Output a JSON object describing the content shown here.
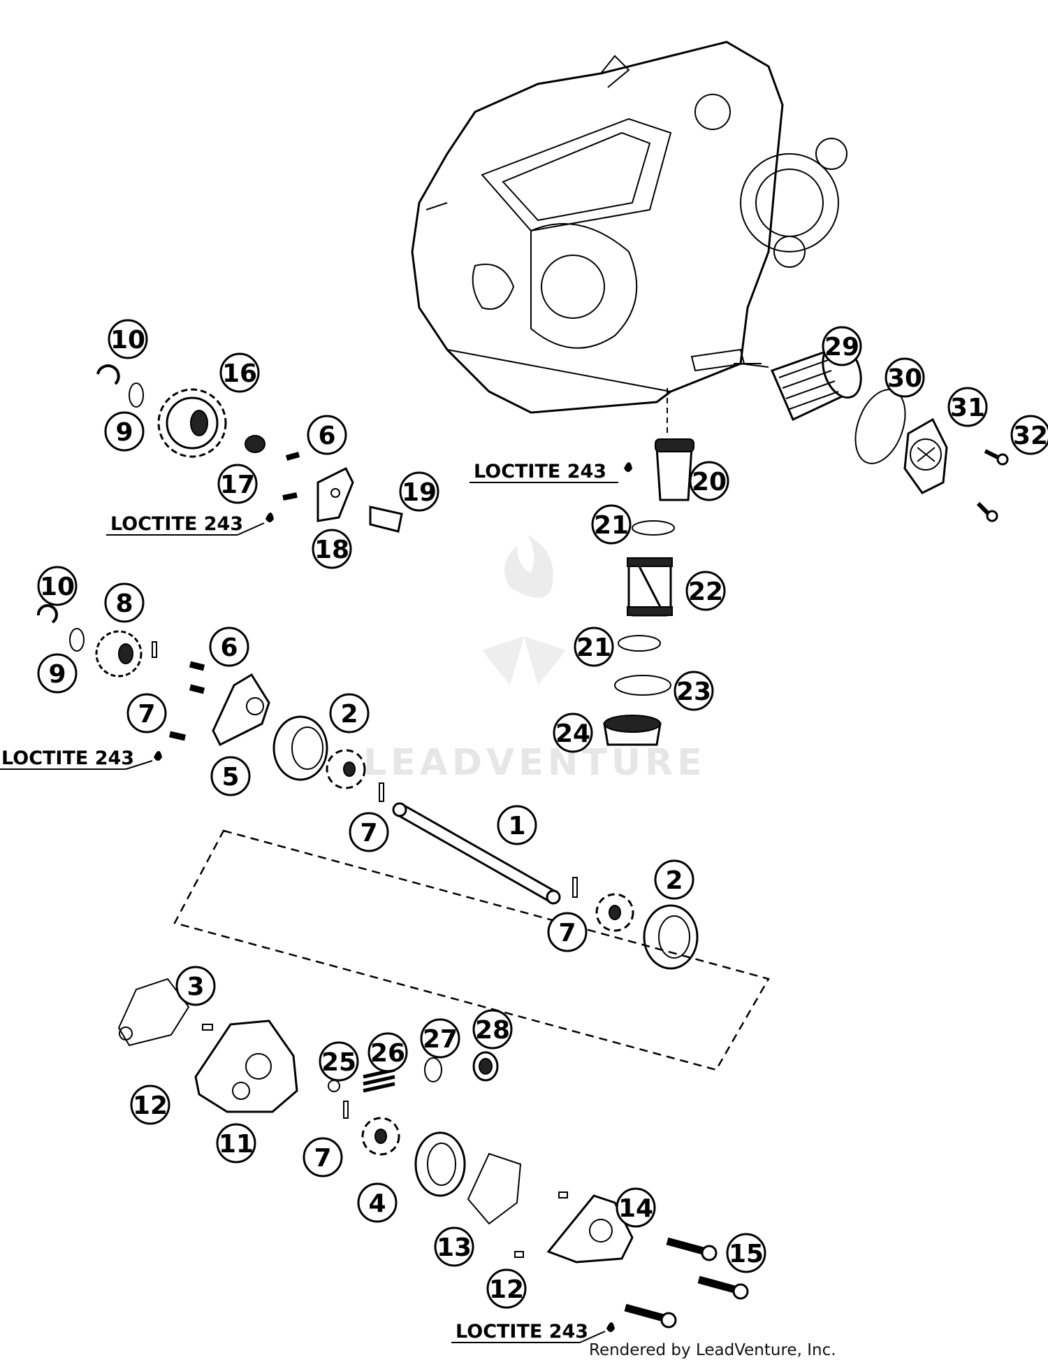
{
  "diagram": {
    "callouts": [
      {
        "id": "c1",
        "text": "1"
      },
      {
        "id": "c2a",
        "text": "2"
      },
      {
        "id": "c2b",
        "text": "2"
      },
      {
        "id": "c3",
        "text": "3"
      },
      {
        "id": "c4",
        "text": "4"
      },
      {
        "id": "c5",
        "text": "5"
      },
      {
        "id": "c6a",
        "text": "6"
      },
      {
        "id": "c6b",
        "text": "6"
      },
      {
        "id": "c7a",
        "text": "7"
      },
      {
        "id": "c7b",
        "text": "7"
      },
      {
        "id": "c7c",
        "text": "7"
      },
      {
        "id": "c7d",
        "text": "7"
      },
      {
        "id": "c8",
        "text": "8"
      },
      {
        "id": "c9a",
        "text": "9"
      },
      {
        "id": "c9b",
        "text": "9"
      },
      {
        "id": "c10a",
        "text": "10"
      },
      {
        "id": "c10b",
        "text": "10"
      },
      {
        "id": "c11",
        "text": "11"
      },
      {
        "id": "c12a",
        "text": "12"
      },
      {
        "id": "c12b",
        "text": "12"
      },
      {
        "id": "c13",
        "text": "13"
      },
      {
        "id": "c14",
        "text": "14"
      },
      {
        "id": "c15",
        "text": "15"
      },
      {
        "id": "c16",
        "text": "16"
      },
      {
        "id": "c17",
        "text": "17"
      },
      {
        "id": "c18",
        "text": "18"
      },
      {
        "id": "c19",
        "text": "19"
      },
      {
        "id": "c20",
        "text": "20"
      },
      {
        "id": "c21a",
        "text": "21"
      },
      {
        "id": "c21b",
        "text": "21"
      },
      {
        "id": "c22",
        "text": "22"
      },
      {
        "id": "c23",
        "text": "23"
      },
      {
        "id": "c24",
        "text": "24"
      },
      {
        "id": "c25",
        "text": "25"
      },
      {
        "id": "c26",
        "text": "26"
      },
      {
        "id": "c27",
        "text": "27"
      },
      {
        "id": "c28",
        "text": "28"
      },
      {
        "id": "c29",
        "text": "29"
      },
      {
        "id": "c30",
        "text": "30"
      },
      {
        "id": "c31",
        "text": "31"
      },
      {
        "id": "c32",
        "text": "32"
      }
    ],
    "loctite_labels": [
      {
        "id": "l1",
        "text": "LOCTITE 243"
      },
      {
        "id": "l2",
        "text": "LOCTITE 243"
      },
      {
        "id": "l3",
        "text": "LOCTITE 243"
      },
      {
        "id": "l4",
        "text": "LOCTITE 243"
      }
    ],
    "watermark": "LEADVENTURE",
    "credit": "Rendered by LeadVenture, Inc."
  }
}
